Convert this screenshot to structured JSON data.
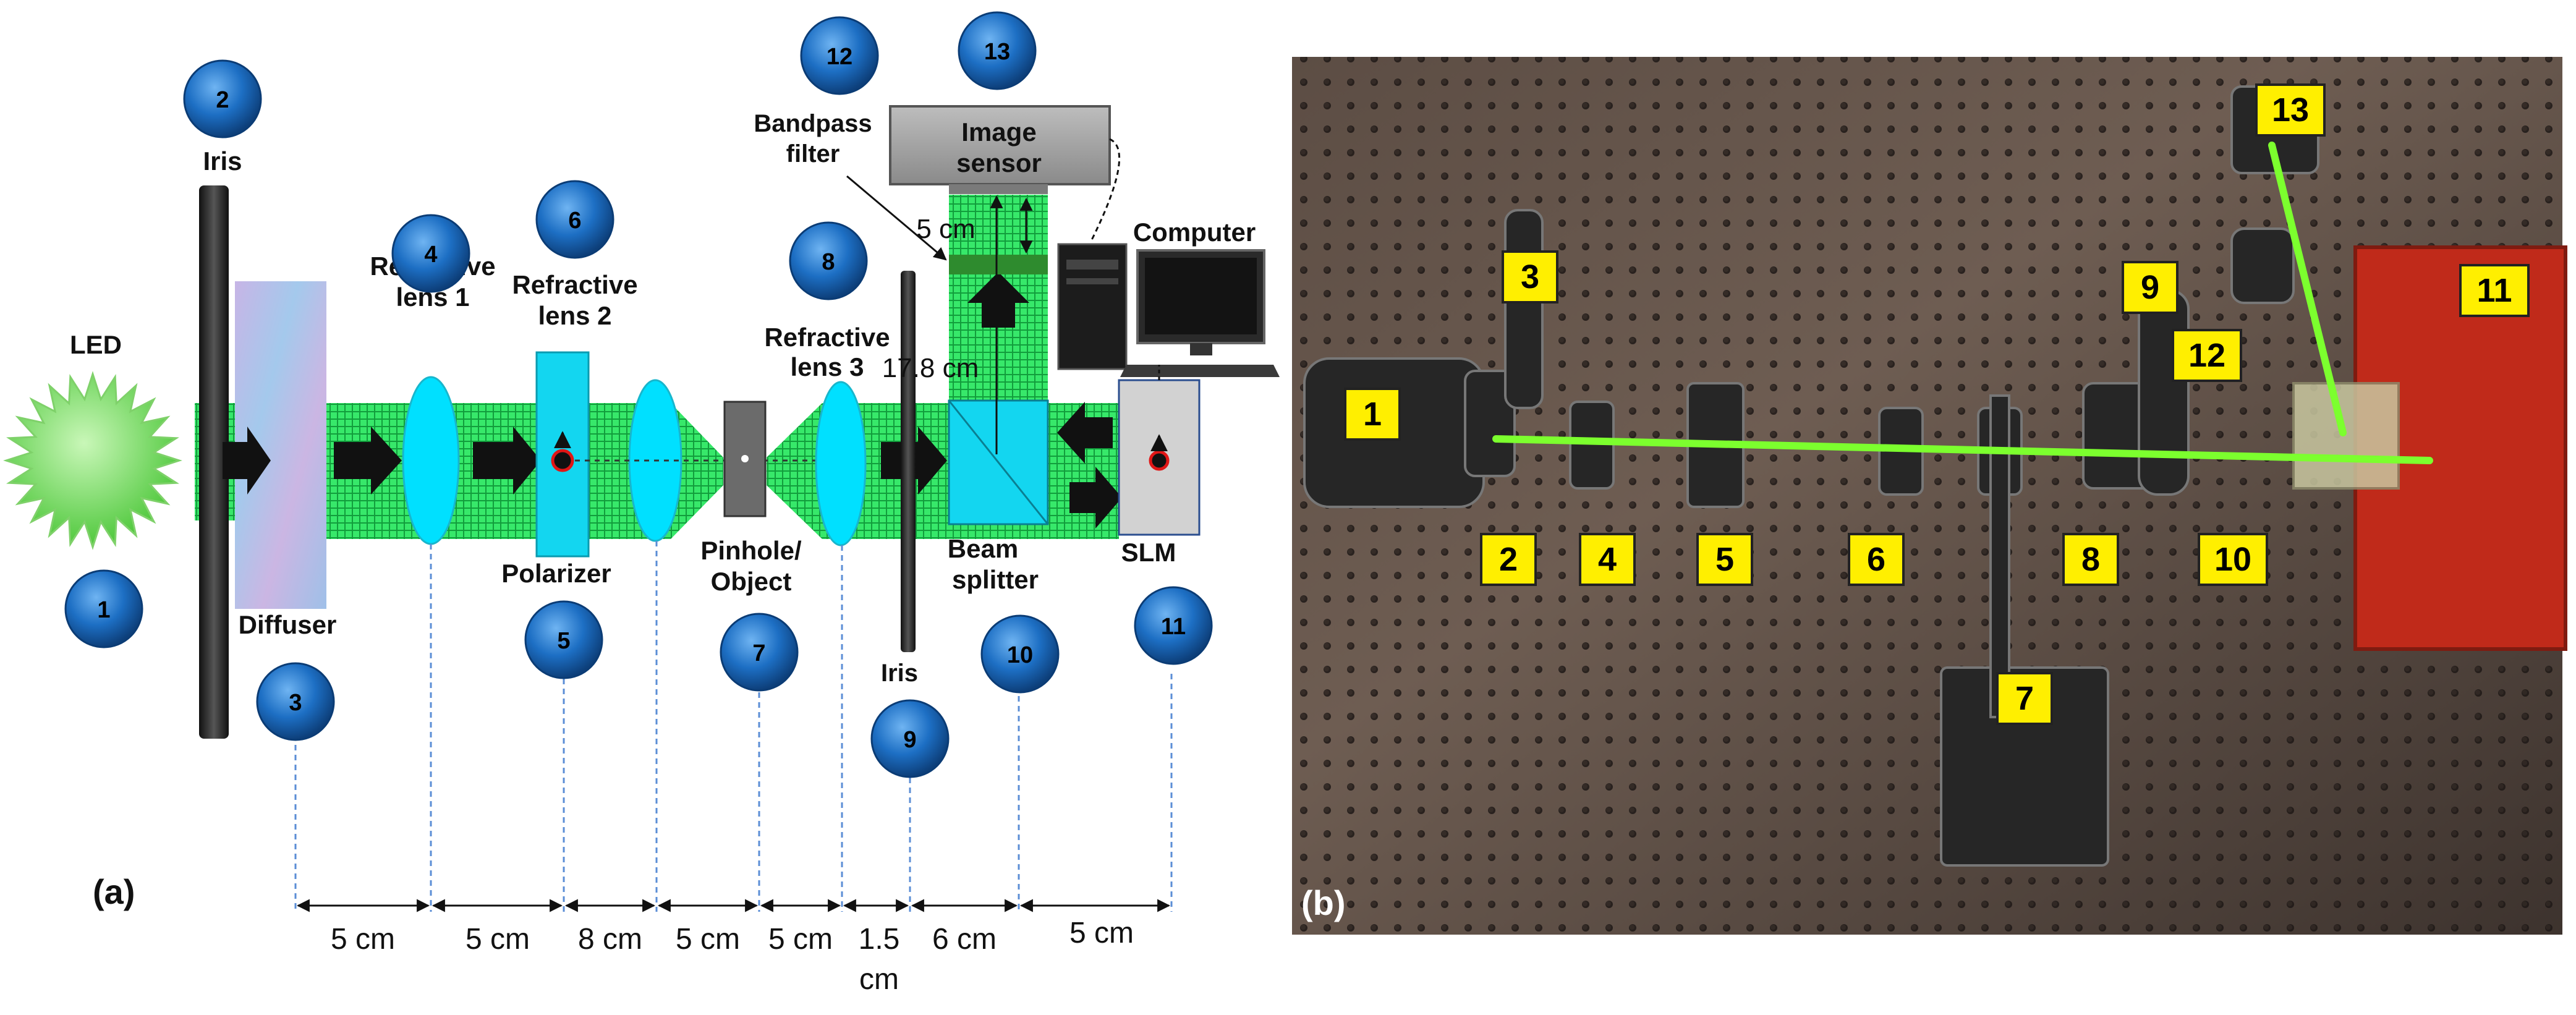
{
  "panel_a": {
    "panel_label": "(a)",
    "badges": [
      "1",
      "2",
      "3",
      "4",
      "5",
      "6",
      "7",
      "8",
      "9",
      "10",
      "11",
      "12",
      "13"
    ],
    "labels": {
      "led": "LED",
      "iris_left": "Iris",
      "diffuser": "Diffuser",
      "refractive_lens_1_line1": "Refractive",
      "refractive_lens_1_line2": "lens 1",
      "refractive_lens_2_line1": "Refractive",
      "refractive_lens_2_line2": "lens 2",
      "polarizer": "Polarizer",
      "pinhole_line1": "Pinhole/",
      "pinhole_line2": "Object",
      "refractive_lens_3_line1": "Refractive",
      "refractive_lens_3_line2": "lens 3",
      "iris_right": "Iris",
      "beam_splitter_line1": "Beam",
      "beam_splitter_line2": "splitter",
      "slm": "SLM",
      "bandpass_line1": "Bandpass",
      "bandpass_line2": "filter",
      "image_sensor_line1": "Image",
      "image_sensor_line2": "sensor",
      "computer": "Computer",
      "dist_filter_sensor": "5 cm",
      "dist_bs_filter": "17.8 cm"
    },
    "distances": [
      "5 cm",
      "5 cm",
      "8 cm",
      "5 cm",
      "5 cm",
      "1.5",
      "6 cm",
      "5 cm"
    ],
    "distance_extra": "cm"
  },
  "panel_b": {
    "panel_label": "(b)",
    "tags": [
      "1",
      "2",
      "3",
      "4",
      "5",
      "6",
      "7",
      "8",
      "9",
      "10",
      "11",
      "12",
      "13"
    ]
  },
  "colors": {
    "beam_green": "#22e35a",
    "badge_blue": "#1565c0",
    "lens_cyan": "#00e5ff",
    "tag_yellow": "#ffef00",
    "laser_green": "#7cff2e"
  }
}
